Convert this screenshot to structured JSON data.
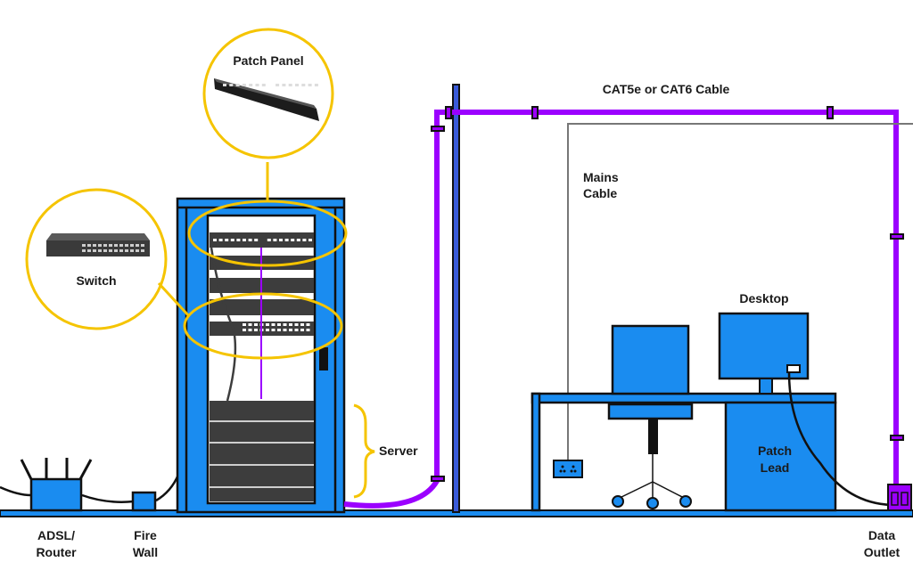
{
  "title": "Structured cabling network diagram",
  "colors": {
    "equipment_blue": "#1a8cf0",
    "cable_purple": "#9b00ff",
    "callout_yellow": "#f5c400",
    "mains_grey": "#777777",
    "rack_dark": "#3d3d3d",
    "outline": "#111111"
  },
  "labels": {
    "patch_panel": "Patch Panel",
    "switch": "Switch",
    "server": "Server",
    "cat_cable": "CAT5e or CAT6 Cable",
    "mains_cable_line1": "Mains",
    "mains_cable_line2": "Cable",
    "desktop": "Desktop",
    "patch_lead_line1": "Patch",
    "patch_lead_line2": "Lead",
    "router_line1": "ADSL/",
    "router_line2": "Router",
    "firewall_line1": "Fire",
    "firewall_line2": "Wall",
    "data_outlet_line1": "Data",
    "data_outlet_line2": "Outlet"
  },
  "components": [
    {
      "id": "adsl-router",
      "icon": "router-icon"
    },
    {
      "id": "firewall",
      "icon": "firewall-icon"
    },
    {
      "id": "server-rack",
      "icon": "rack-icon"
    },
    {
      "id": "patch-panel",
      "icon": "patch-panel-icon"
    },
    {
      "id": "switch",
      "icon": "switch-icon"
    },
    {
      "id": "desk",
      "icon": "desk-icon"
    },
    {
      "id": "office-chair",
      "icon": "chair-icon"
    },
    {
      "id": "desktop-monitor",
      "icon": "monitor-icon"
    },
    {
      "id": "mains-socket",
      "icon": "power-socket-icon"
    },
    {
      "id": "data-outlet",
      "icon": "data-outlet-icon"
    }
  ]
}
